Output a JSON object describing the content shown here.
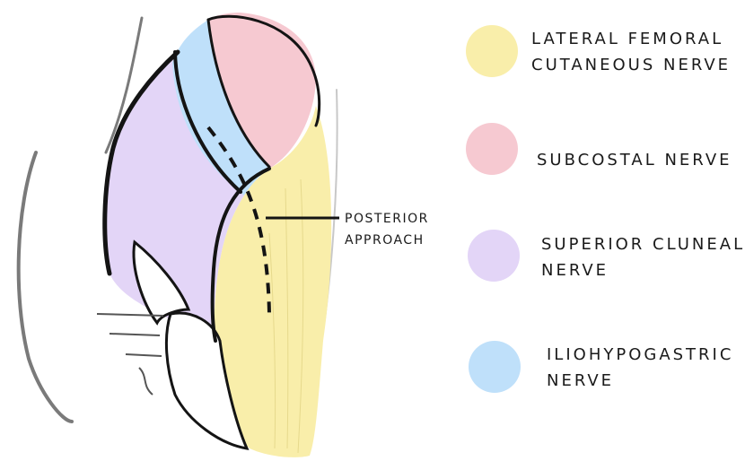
{
  "colors": {
    "lateral_femoral": "#f9eeaa",
    "subcostal": "#f6c9d1",
    "superior_cluneal": "#e3d5f7",
    "iliohypogastric": "#bfe0fa",
    "outline": "#141414",
    "background": "#ffffff"
  },
  "annotation": {
    "line1": "POSTERIOR",
    "line2": "APPROACH"
  },
  "legend": [
    {
      "color": "#f9eeaa",
      "line1": "LATERAL FEMORAL",
      "line2": "CUTANEOUS NERVE"
    },
    {
      "color": "#f6c9d1",
      "line1": "SUBCOSTAL NERVE",
      "line2": ""
    },
    {
      "color": "#e3d5f7",
      "line1": "SUPERIOR CLUNEAL",
      "line2": "NERVE"
    },
    {
      "color": "#bfe0fa",
      "line1": "ILIOHYPOGASTRIC",
      "line2": "NERVE"
    }
  ]
}
